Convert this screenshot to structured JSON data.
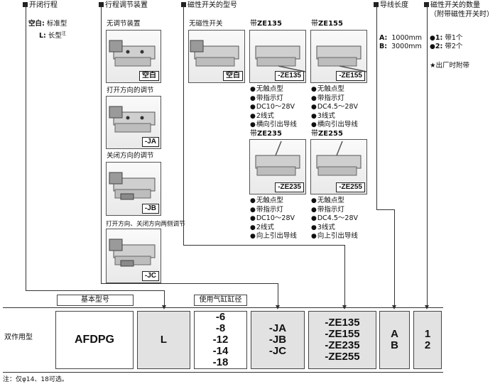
{
  "headers": {
    "stroke": "开闭行程",
    "adjust": "行程调节装置",
    "switch_model": "磁性开关的型号",
    "lead": "导线长度",
    "count_line1": "磁性开关的数量",
    "count_line2": "（附带磁性开关时）"
  },
  "stroke_options": [
    {
      "code": "空白:",
      "desc": "标准型"
    },
    {
      "code": "L:",
      "desc": "长型",
      "note": "注"
    }
  ],
  "adjust_options": [
    {
      "caption": "无调节装置",
      "tag": "空白"
    },
    {
      "caption": "打开方向的调节",
      "tag": "-JA"
    },
    {
      "caption": "关闭方向的调节",
      "tag": "-JB"
    },
    {
      "caption": "打开方向、关闭方向两侧调节",
      "tag": "-JC"
    }
  ],
  "switches": {
    "none": {
      "caption": "无磁性开关",
      "tag": "空白"
    },
    "items": [
      {
        "prefix": "带",
        "model": "ZE135",
        "tag": "-ZE135",
        "specs": [
          "无触点型",
          "带指示灯",
          "DC10～28V",
          "2线式",
          "横向引出导线"
        ]
      },
      {
        "prefix": "带",
        "model": "ZE155",
        "tag": "-ZE155",
        "specs": [
          "无触点型",
          "带指示灯",
          "DC4.5～28V",
          "3线式",
          "横向引出导线"
        ]
      },
      {
        "prefix": "带",
        "model": "ZE235",
        "tag": "-ZE235",
        "specs": [
          "无触点型",
          "带指示灯",
          "DC10～28V",
          "2线式",
          "向上引出导线"
        ]
      },
      {
        "prefix": "带",
        "model": "ZE255",
        "tag": "-ZE255",
        "specs": [
          "无触点型",
          "带指示灯",
          "DC4.5～28V",
          "3线式",
          "向上引出导线"
        ]
      }
    ]
  },
  "lead_options": [
    {
      "code": "A:",
      "value": "1000mm"
    },
    {
      "code": "B:",
      "value": "3000mm"
    }
  ],
  "count_options": [
    {
      "code": "1:",
      "value": "带1个"
    },
    {
      "code": "2:",
      "value": "带2个"
    }
  ],
  "factory_note": "★出厂时附带",
  "row": {
    "label": "双作用型",
    "basic_model_label": "基本型号",
    "bore_label": "使用气缸缸径",
    "basic_model": "AFDPG",
    "stroke_code": "L",
    "bores": [
      "-6",
      "-8",
      "-12",
      "-14",
      "-18"
    ],
    "adjust_codes": [
      "-JA",
      "-JB",
      "-JC"
    ],
    "switch_codes": [
      "-ZE135",
      "-ZE155",
      "-ZE235",
      "-ZE255"
    ],
    "lead_codes": [
      "A",
      "B"
    ],
    "count_codes": [
      "1",
      "2"
    ]
  },
  "footnote": "注：仅φ14、18可选。"
}
